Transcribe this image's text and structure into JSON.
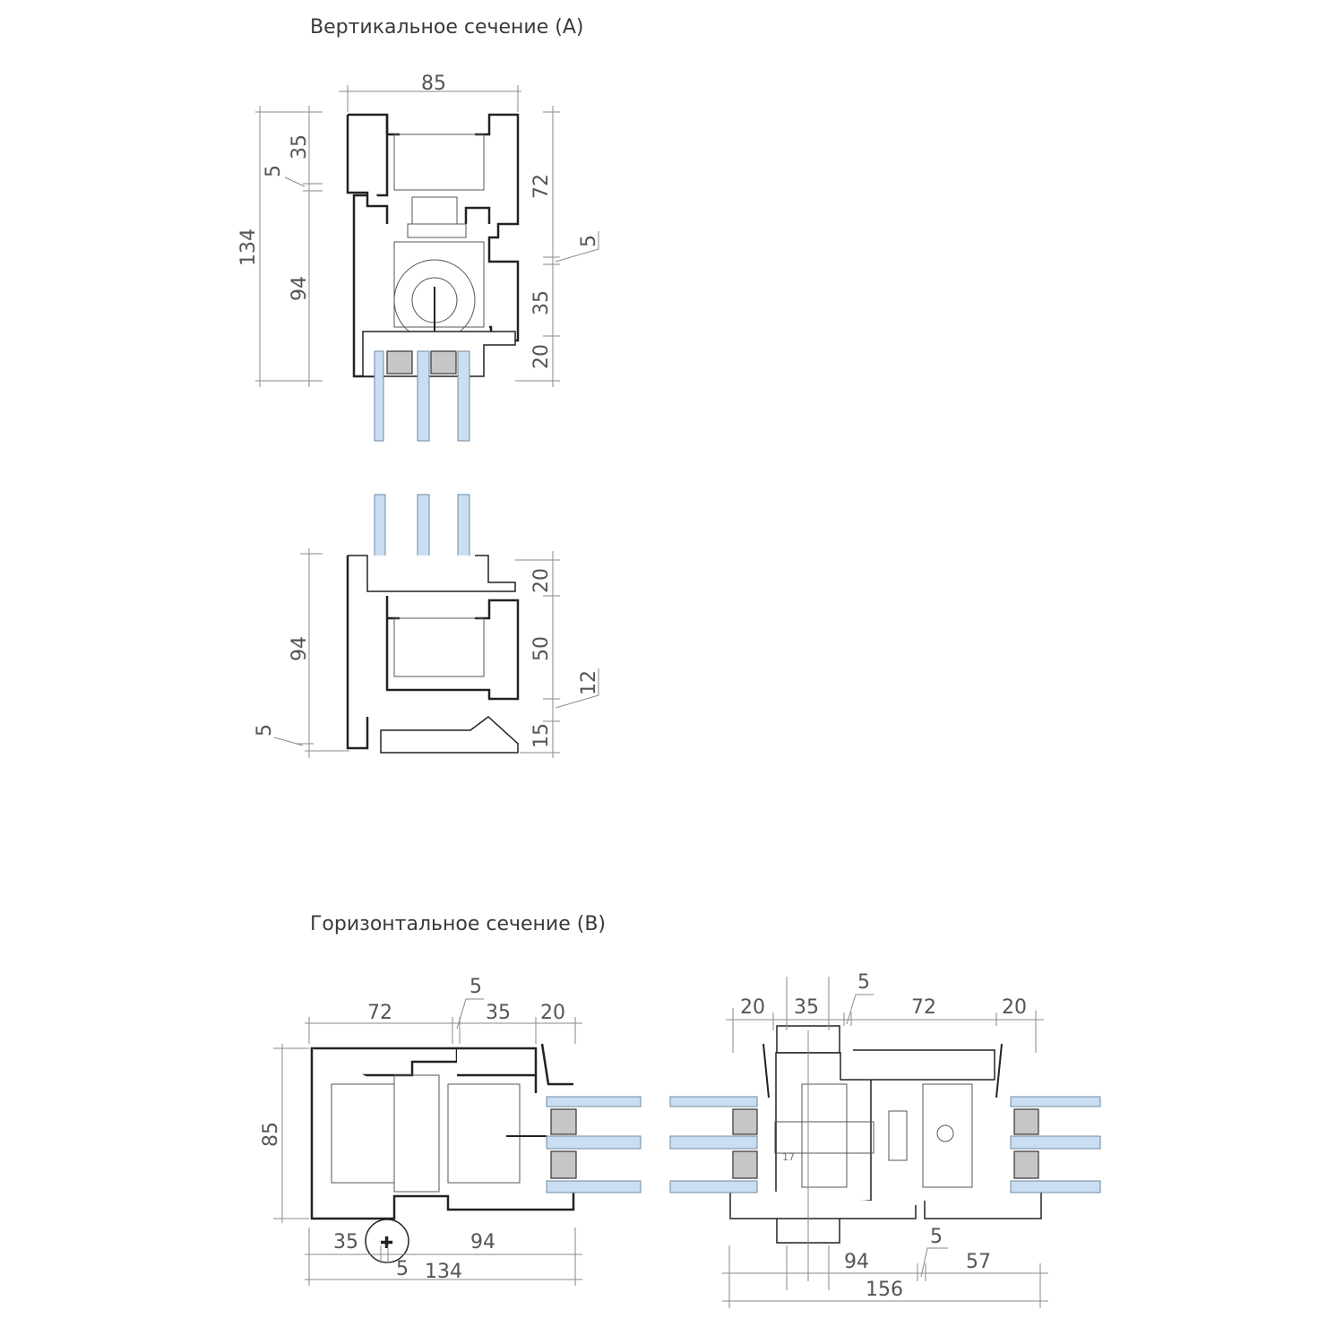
{
  "titles": {
    "vertical": "Вертикальное сечение (A)",
    "horizontal": "Горизонтальное сечение (B)"
  },
  "section_a": {
    "top": {
      "width": "85",
      "total_height": "134",
      "left_upper": "35",
      "left_gap": "5",
      "left_lower": "94",
      "right_upper": "72",
      "right_gap": "5",
      "right_mid": "35",
      "right_lower": "20"
    },
    "bottom": {
      "left_height": "94",
      "left_gap": "5",
      "right_upper": "20",
      "right_mid": "50",
      "right_gap": "12",
      "right_lower": "15"
    }
  },
  "section_b": {
    "left": {
      "top_a": "72",
      "top_gap": "5",
      "top_b": "35",
      "top_c": "20",
      "height": "85",
      "bottom_a": "35",
      "bottom_b": "94",
      "bottom_gap": "5",
      "bottom_total": "134"
    },
    "right": {
      "top_a": "20",
      "top_b": "35",
      "top_gap": "5",
      "top_c": "72",
      "top_d": "20",
      "bottom_a": "94",
      "bottom_gap": "5",
      "bottom_b": "57",
      "bottom_total": "156",
      "inner_note": "17"
    }
  },
  "colors": {
    "glass": "#c9def2",
    "gasket": "#c6c6c6",
    "profile": "#222222"
  }
}
